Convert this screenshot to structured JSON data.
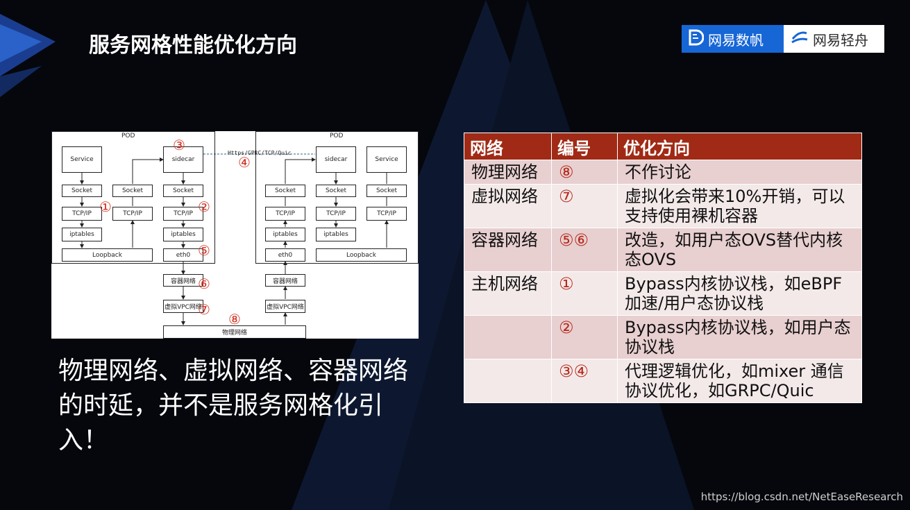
{
  "slide": {
    "title": "服务网格性能优化方向",
    "watermark": "https://blog.csdn.net/NetEaseResearch"
  },
  "logos": {
    "left": "网易数帆",
    "right": "网易轻舟"
  },
  "diagram": {
    "pod_label_left": "POD",
    "pod_label_right": "POD",
    "protocol_label": "Https/GPRC/TCP/Quic",
    "nodes": {
      "service_left": "Service",
      "sidecar_left": "sidecar",
      "socket_l1": "Socket",
      "socket_l2": "Socket",
      "socket_l3": "Socket",
      "tcpip_l1": "TCP/IP",
      "tcpip_l2": "TCP/IP",
      "tcpip_l3": "TCP/IP",
      "iptables_l1": "iptables",
      "iptables_l3": "iptables",
      "loopback_left": "Loopback",
      "eth0_left": "eth0",
      "sidecar_right": "sidecar",
      "service_right": "Service",
      "socket_r1": "Socket",
      "socket_r2": "Socket",
      "socket_r3": "Socket",
      "tcpip_r1": "TCP/IP",
      "tcpip_r2": "TCP/IP",
      "tcpip_r3": "TCP/IP",
      "iptables_r1": "iptables",
      "iptables_r2": "iptables",
      "eth0_right": "eth0",
      "loopback_right": "Loopback",
      "container_net_left": "容器网络",
      "container_net_right": "容器网络",
      "vpc_left": "虚拟VPC网络",
      "vpc_right": "虚拟VPC网络",
      "physical": "物理网络"
    },
    "markers": {
      "m1": "①",
      "m2": "②",
      "m3": "③",
      "m4": "④",
      "m5": "⑤",
      "m6": "⑥",
      "m7": "⑦",
      "m8": "⑧"
    }
  },
  "caption": "物理网络、虚拟网络、容器网络的时延，并不是服务网格化引入！",
  "table": {
    "headers": [
      "网络",
      "编号",
      "优化方向"
    ],
    "rows": [
      {
        "network": "物理网络",
        "number": "⑧",
        "direction": "不作讨论"
      },
      {
        "network": "虚拟网络",
        "number": "⑦",
        "direction": "虚拟化会带来10%开销，可以支持使用裸机容器"
      },
      {
        "network": "容器网络",
        "number": "⑤⑥",
        "direction": "改造，如用户态OVS替代内核态OVS"
      },
      {
        "network": "主机网络",
        "number": "①",
        "direction": "Bypass内核协议栈，如eBPF加速/用户态协议栈"
      },
      {
        "network": "",
        "number": "②",
        "direction": "Bypass内核协议栈，如用户态协议栈"
      },
      {
        "network": "",
        "number": "③④",
        "direction": "代理逻辑优化，如mixer 通信协议优化，如GRPC/Quic"
      }
    ]
  },
  "colors": {
    "table_header": "#a02a15",
    "row_odd": "#e8cfd0",
    "row_even": "#f4e9e9",
    "marker": "#d03020",
    "logo_blue": "#1766d6"
  }
}
